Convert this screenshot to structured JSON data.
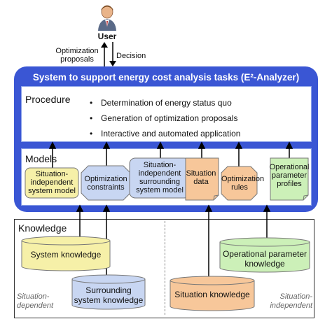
{
  "user": {
    "label": "User"
  },
  "arrows": {
    "up_label": "Optimization proposals",
    "down_label": "Decision"
  },
  "system": {
    "title": "System to support energy cost analysis tasks (E²-Analyzer)"
  },
  "procedure": {
    "title": "Procedure",
    "items": [
      "Determination of energy status quo",
      "Generation of optimization proposals",
      "Interactive and automated application"
    ]
  },
  "models": {
    "title": "Models",
    "items": [
      "Situation-independent system model",
      "Optimization constraints",
      "Situation-independent surrounding system model",
      "Situation data",
      "Optimization rules",
      "Operational parameter profiles"
    ]
  },
  "knowledge": {
    "title": "Knowledge",
    "databases": [
      "System knowledge",
      "Surrounding system knowledge",
      "Situation knowledge",
      "Operational parameter knowledge"
    ],
    "left_caption": "Situation-dependent",
    "right_caption": "Situation-independent"
  },
  "colors": {
    "frame": "#3a56d4",
    "yellow": "#f6f0a8",
    "blue": "#c8d6f2",
    "orange": "#f7c79a",
    "green": "#ccf0b8"
  }
}
